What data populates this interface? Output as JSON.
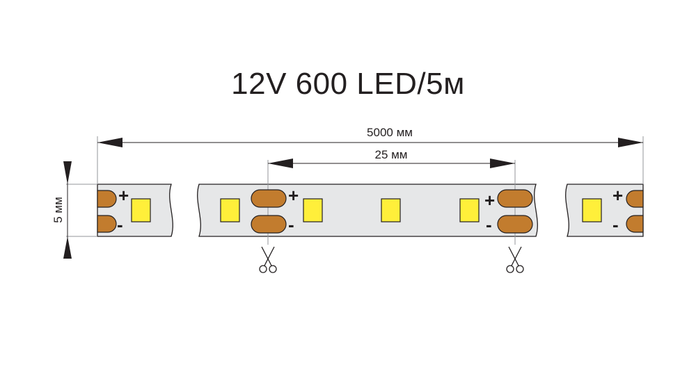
{
  "title": "12V 600 LED/5м",
  "dimensions": {
    "total_length_label": "5000 мм",
    "segment_length_label": "25 мм",
    "width_label": "5 мм"
  },
  "polarity": {
    "plus": "+",
    "minus": "-"
  },
  "icons": [
    "scissors-icon",
    "scissors-icon"
  ],
  "colors": {
    "strip": "#e6e7e8",
    "pad": "#c27c2e",
    "led": "#ffef3a",
    "outline": "#231f20"
  }
}
